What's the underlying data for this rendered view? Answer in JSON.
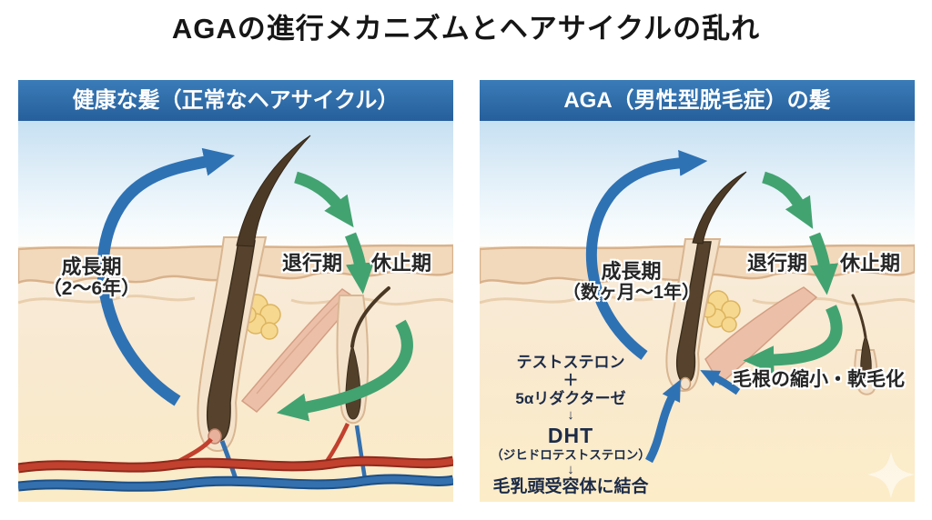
{
  "title": "AGAの進行メカニズムとヘアサイクルの乱れ",
  "colors": {
    "arrow_blue": "#2e72b4",
    "arrow_green": "#42a371",
    "header_top": "#3a7cb8",
    "header_bottom": "#265f9b",
    "title_color": "#161616",
    "label_color": "#262626",
    "dht_color": "#1c2b47",
    "vessel_red": "#c2402e",
    "vessel_blue": "#3470ae"
  },
  "left_panel": {
    "header": "健康な髪（正常なヘアサイクル）",
    "labels": {
      "growth_line1": "成長期",
      "growth_line2": "（2〜6年）",
      "catagen": "退行期",
      "telogen": "休止期"
    }
  },
  "right_panel": {
    "header": "AGA（男性型脱毛症）の髪",
    "labels": {
      "growth_line1": "成長期",
      "growth_line2": "（数ヶ月〜1年）",
      "catagen": "退行期",
      "telogen": "休止期",
      "miniaturization": "毛根の縮小・軟毛化"
    },
    "dht_flow": [
      "テストステロン",
      "＋",
      "5αリダクターゼ",
      "↓",
      "DHT",
      "（ジヒドロテストステロン）",
      "↓",
      "毛乳頭受容体に結合"
    ]
  },
  "icons": {
    "sparkle": "four-pointed-star",
    "cycle_arrow": "curved-arrow",
    "flow_arrow": "down-arrow"
  }
}
